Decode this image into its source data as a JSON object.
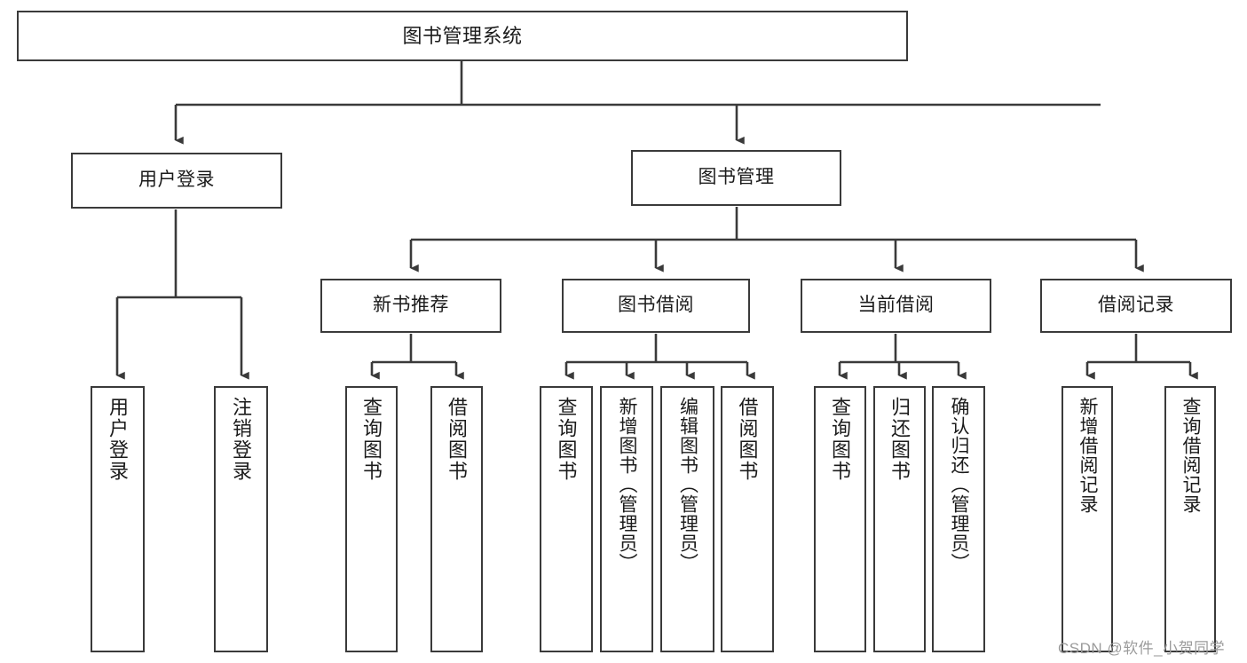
{
  "diagram": {
    "type": "tree",
    "title": "图书管理系统",
    "colors": {
      "stroke": "#3a3a3a",
      "box_fill": "#ffffff",
      "text": "#1b1b1b",
      "background": "#ffffff",
      "watermark": "#9b9b9b"
    },
    "nodes": {
      "root": {
        "label": "图书管理系统"
      },
      "level2": [
        {
          "label": "用户登录"
        },
        {
          "label": "图书管理"
        }
      ],
      "level3": [
        {
          "label": "新书推荐"
        },
        {
          "label": "图书借阅"
        },
        {
          "label": "当前借阅"
        },
        {
          "label": "借阅记录"
        }
      ],
      "leaves": {
        "user_login": [
          {
            "label": "用户登录"
          },
          {
            "label": "注销登录"
          }
        ],
        "new_book_recommend": [
          {
            "label": "查询图书"
          },
          {
            "label": "借阅图书"
          }
        ],
        "book_borrow": [
          {
            "label": "查询图书"
          },
          {
            "label": "新增图书（管理员）"
          },
          {
            "label": "编辑图书（管理员）"
          },
          {
            "label": "借阅图书"
          }
        ],
        "current_borrow": [
          {
            "label": "查询图书"
          },
          {
            "label": "归还图书"
          },
          {
            "label": "确认归还（管理员）"
          }
        ],
        "borrow_record": [
          {
            "label": "新增借阅记录"
          },
          {
            "label": "查询借阅记录"
          }
        ]
      }
    },
    "watermark": "CSDN @软件_小贺同学"
  }
}
